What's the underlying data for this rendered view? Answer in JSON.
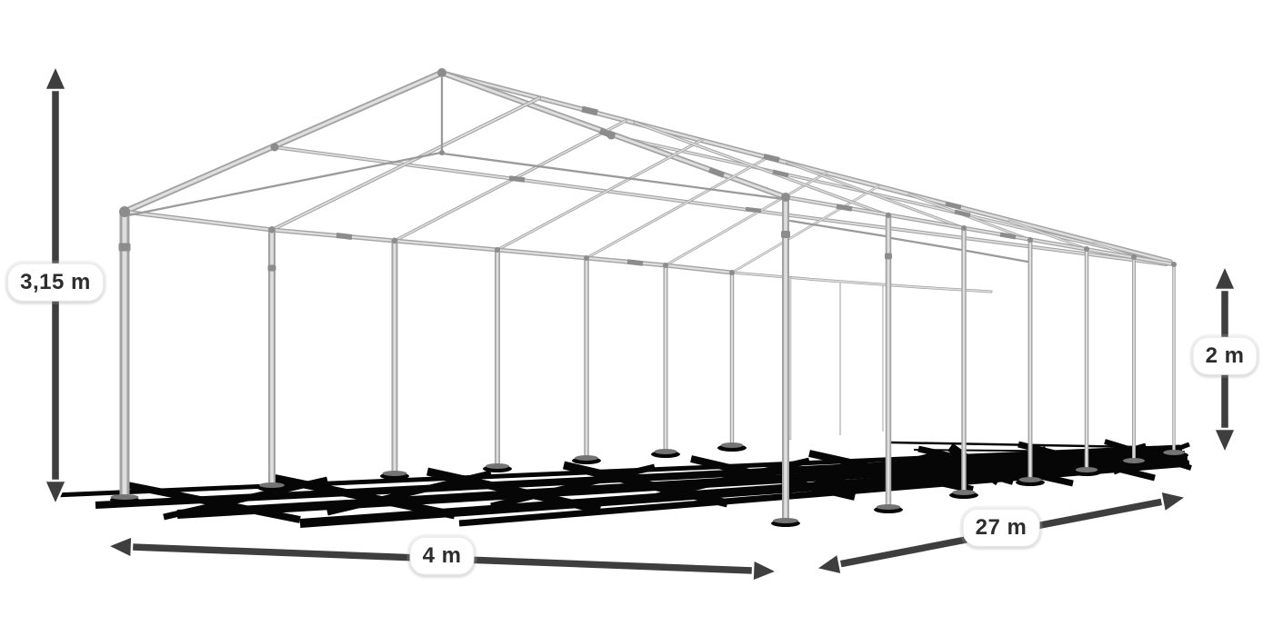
{
  "diagram": {
    "kind": "tent-frame-3d-dimension-diagram"
  },
  "dimensions": {
    "height_label": "3,15 m",
    "width_label": "4 m",
    "length_label": "27 m",
    "side_height_label": "2 m"
  },
  "colors": {
    "background": "#ffffff",
    "frame_tube_dark": "#a3a3a3",
    "frame_tube_light": "#dedede",
    "frame_joint": "#8c8c8c",
    "frame_rod": "#9a9a9a",
    "foot_plate": "#747474",
    "shadow": "#060606",
    "arrow": "#3e3e3e",
    "arrow_casing": "#ffffff",
    "label_text": "#2d2d2d",
    "label_bg": "#ffffff"
  }
}
